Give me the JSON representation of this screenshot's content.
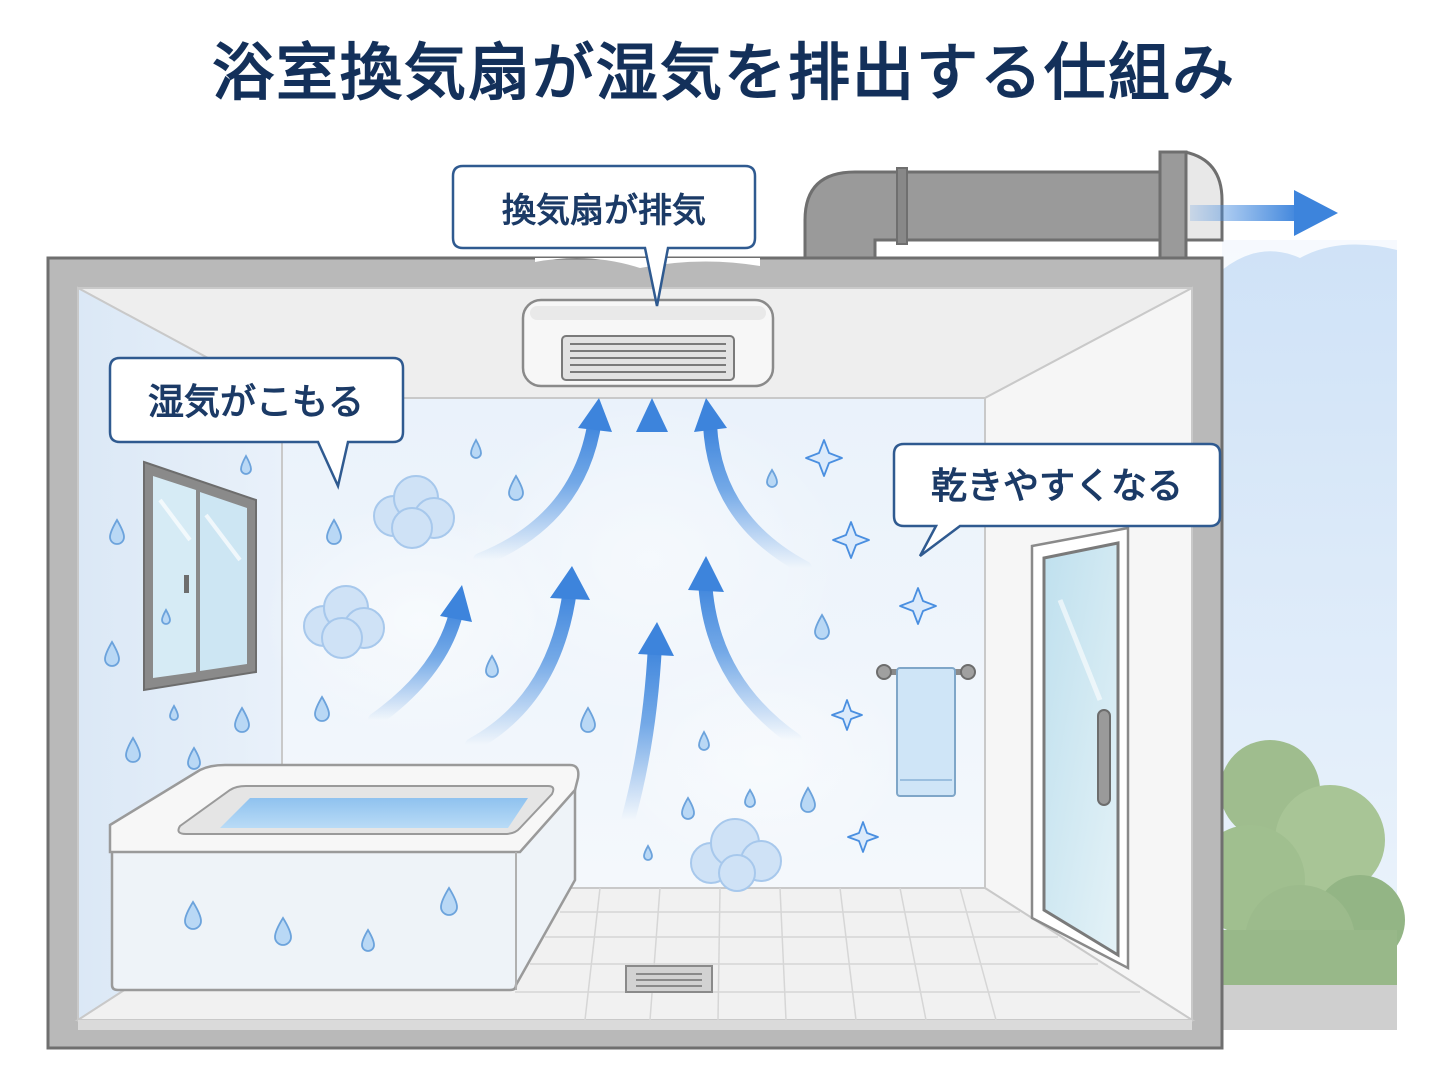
{
  "title": "浴室換気扇が湿気を排出する仕組み",
  "labels": {
    "fan_exhaust": "換気扇が排気",
    "humidity_trapped": "湿気がこもる",
    "dries_easily": "乾きやすくなる"
  },
  "colors": {
    "title": "#13305a",
    "bubble_border": "#2f5a90",
    "bubble_text": "#1b3a66",
    "arrow": "#4a8fe0",
    "wall": "#b7b7b7",
    "sky": "#d8e8f8"
  }
}
